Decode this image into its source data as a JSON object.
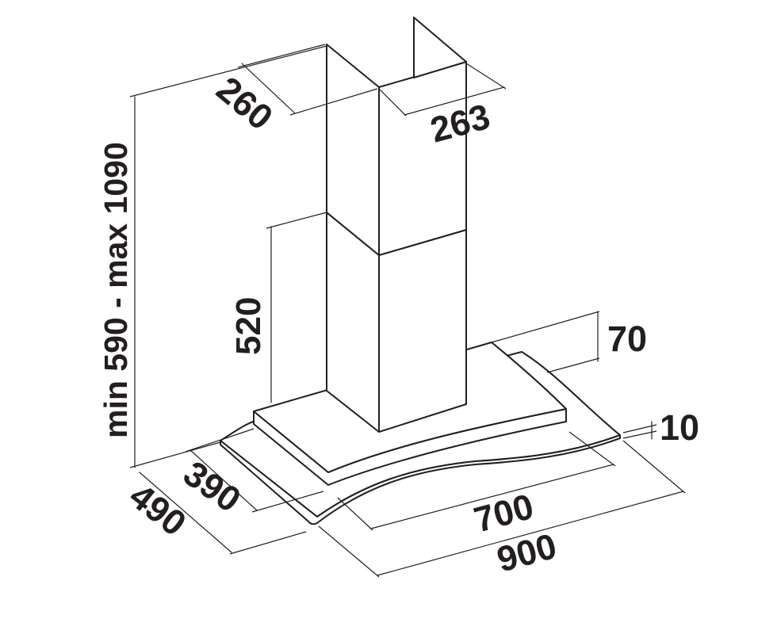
{
  "diagram": {
    "line_color": "#231f20",
    "background": "#ffffff",
    "dimensions": {
      "total_height": "min 590 - max 1090",
      "chimney_depth": "260",
      "chimney_width": "263",
      "lower_chimney_height": "520",
      "canopy_thickness": "70",
      "glass_thickness": "10",
      "canopy_depth": "390",
      "glass_depth": "490",
      "canopy_width": "700",
      "glass_width": "900"
    }
  }
}
